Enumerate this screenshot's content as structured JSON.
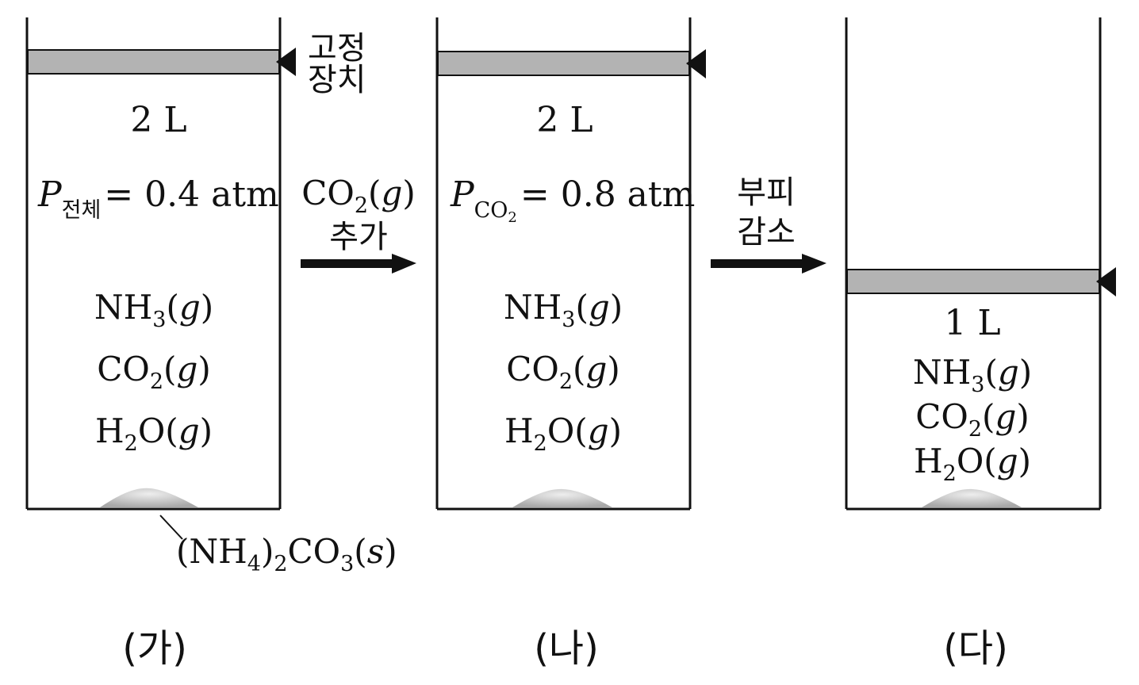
{
  "panels": [
    {
      "label": "(가)",
      "volume": "2 L",
      "pressure": {
        "symbol": "P",
        "subscript": "전체",
        "value": "= 0.4 atm"
      },
      "gases": [
        {
          "a": "NH",
          "s": "3",
          "b": "(",
          "phase": "g",
          "c": ")"
        },
        {
          "a": "CO",
          "s": "2",
          "b": "(",
          "phase": "g",
          "c": ")"
        },
        {
          "a": "H",
          "s": "2",
          "b": "O(",
          "phase": "g",
          "c": ")"
        }
      ]
    },
    {
      "label": "(나)",
      "volume": "2 L",
      "pressure": {
        "symbol": "P",
        "subscript": "CO",
        "subscript_sub": "2",
        "value": "= 0.8 atm"
      },
      "gases": [
        {
          "a": "NH",
          "s": "3",
          "b": "(",
          "phase": "g",
          "c": ")"
        },
        {
          "a": "CO",
          "s": "2",
          "b": "(",
          "phase": "g",
          "c": ")"
        },
        {
          "a": "H",
          "s": "2",
          "b": "O(",
          "phase": "g",
          "c": ")"
        }
      ]
    },
    {
      "label": "(다)",
      "volume": "1 L",
      "gases": [
        {
          "a": "NH",
          "s": "3",
          "b": "(",
          "phase": "g",
          "c": ")"
        },
        {
          "a": "CO",
          "s": "2",
          "b": "(",
          "phase": "g",
          "c": ")"
        },
        {
          "a": "H",
          "s": "2",
          "b": "O(",
          "phase": "g",
          "c": ")"
        }
      ]
    }
  ],
  "fixing_device": {
    "line1": "고정",
    "line2": "장치"
  },
  "solid_label": {
    "p1": "(NH",
    "s1": "4",
    "p2": ")",
    "s2": "2",
    "p3": "CO",
    "s3": "3",
    "p4": "(",
    "phase": "s",
    "p5": ")"
  },
  "step1": {
    "formula": "CO",
    "sub": "2",
    "open": "(",
    "phase": "g",
    "close": ")",
    "action": "추가"
  },
  "step2": {
    "line1": "부피",
    "line2": "감소"
  },
  "colors": {
    "piston": "#b3b3b3",
    "line": "#111111",
    "solid": "#c8c8c8"
  }
}
